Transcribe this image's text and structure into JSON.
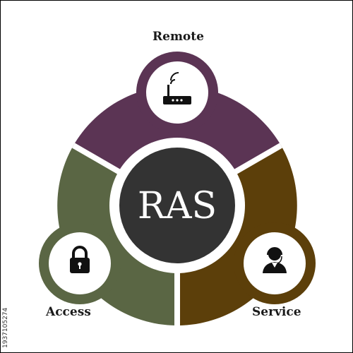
{
  "diagram": {
    "center_label": "RAS",
    "segments": [
      {
        "id": "remote",
        "label": "Remote",
        "color": "#5b3454",
        "icon": "wifi-router-icon"
      },
      {
        "id": "access",
        "label": "Access",
        "color": "#5a6644",
        "icon": "padlock-icon"
      },
      {
        "id": "service",
        "label": "Service",
        "color": "#5c3f0a",
        "icon": "support-agent-icon"
      }
    ],
    "center_color": "#333333"
  },
  "stock_id": "1937105274"
}
